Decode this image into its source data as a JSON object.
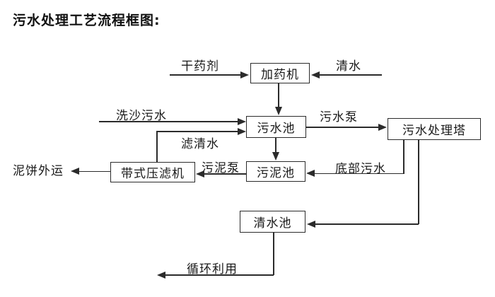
{
  "title": "污水处理工艺流程框图:",
  "colors": {
    "background": "#ffffff",
    "line": "#2b2b2b",
    "text": "#1a1a1a"
  },
  "nodes": {
    "dosing_machine": "加药机",
    "sewage_pool": "污水池",
    "treatment_tower": "污水处理塔",
    "belt_filter_press": "带式压滤机",
    "sludge_pool": "污泥池",
    "clear_water_pool": "清水池"
  },
  "flow_labels": {
    "dry_chemical": "干药剂",
    "clear_water": "清水",
    "sand_washing_sewage": "洗沙污水",
    "sewage_pump": "污水泵",
    "filtered_water": "滤清水",
    "sludge_pump": "污泥泵",
    "bottom_sewage": "底部污水",
    "mud_cake_out": "泥饼外运",
    "recycle_use": "循环利用"
  }
}
